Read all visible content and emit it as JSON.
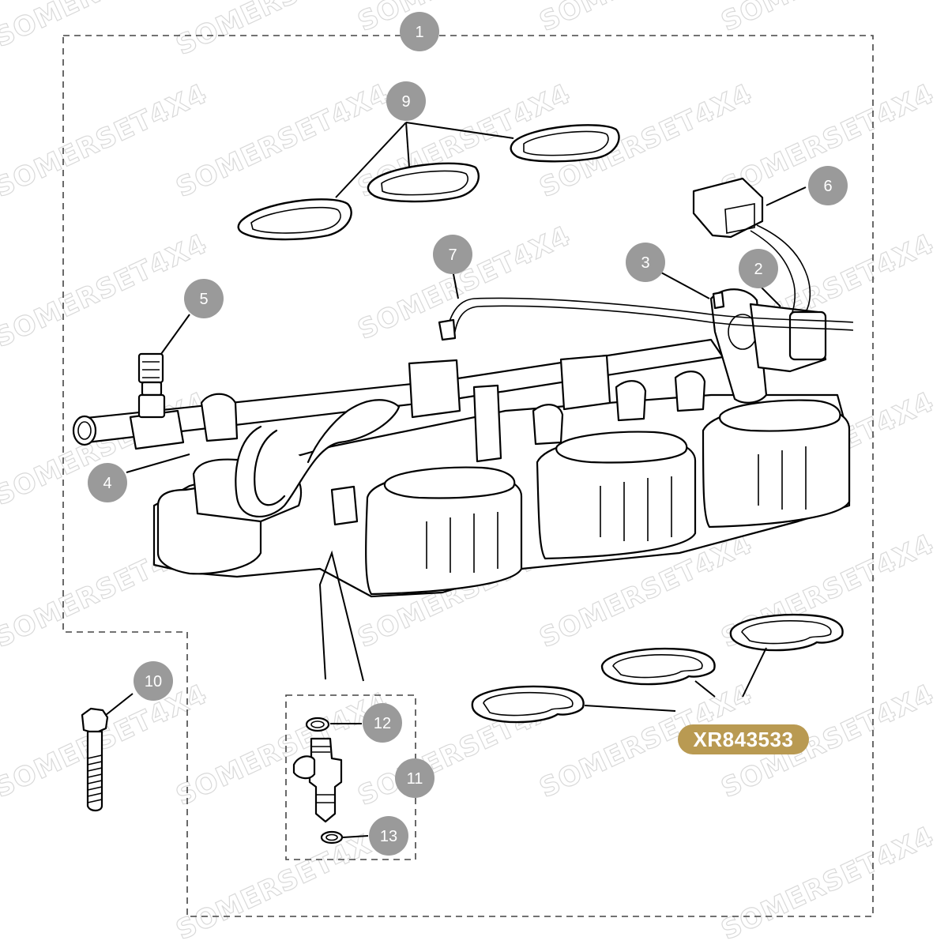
{
  "watermark": "SOMERSET4X4",
  "part_number": "XR843533",
  "callouts": [
    {
      "id": "1",
      "label": "1"
    },
    {
      "id": "2",
      "label": "2"
    },
    {
      "id": "3",
      "label": "3"
    },
    {
      "id": "4",
      "label": "4"
    },
    {
      "id": "5",
      "label": "5"
    },
    {
      "id": "6",
      "label": "6"
    },
    {
      "id": "7",
      "label": "7"
    },
    {
      "id": "9",
      "label": "9"
    },
    {
      "id": "10",
      "label": "10"
    },
    {
      "id": "11",
      "label": "11"
    },
    {
      "id": "12",
      "label": "12"
    },
    {
      "id": "13",
      "label": "13"
    }
  ],
  "colors": {
    "callout": "#9a9a9a",
    "badge": "#b99a52",
    "line": "#000000",
    "watermark": "#d9d9d9"
  }
}
